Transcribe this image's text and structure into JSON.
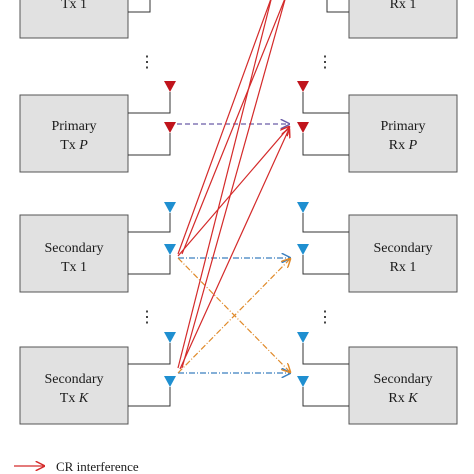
{
  "transmitters": [
    {
      "id": "tx1-primary-cut",
      "line1": "",
      "line2_prefix": "Tx",
      "line2_var": "1"
    },
    {
      "id": "txP",
      "line1": "Primary",
      "line2_prefix": "Tx",
      "line2_var": "P"
    },
    {
      "id": "tx1-secondary",
      "line1": "Secondary",
      "line2_prefix": "Tx",
      "line2_var": "1"
    },
    {
      "id": "txK",
      "line1": "Secondary",
      "line2_prefix": "Tx",
      "line2_var": "K"
    }
  ],
  "receivers": [
    {
      "id": "rx1-primary-cut",
      "line1": "",
      "line2_prefix": "Rx",
      "line2_var": "1"
    },
    {
      "id": "rxP",
      "line1": "Primary",
      "line2_prefix": "Rx",
      "line2_var": "P"
    },
    {
      "id": "rx1-secondary",
      "line1": "Secondary",
      "line2_prefix": "Rx",
      "line2_var": "1"
    },
    {
      "id": "rxK",
      "line1": "Secondary",
      "line2_prefix": "Rx",
      "line2_var": "K"
    }
  ],
  "ellipsis": "⋮",
  "legend": {
    "cr_interference": "CR interference"
  },
  "colors": {
    "box_fill": "#e1e1e1",
    "box_stroke": "#555555",
    "primary_antenna": "#c0141c",
    "secondary_antenna": "#1f8fd0",
    "cr_interference": "#d42a2a",
    "link_blue": "#3a7fbf",
    "link_orange": "#e08a2a",
    "link_purple": "#6a5ca8"
  }
}
